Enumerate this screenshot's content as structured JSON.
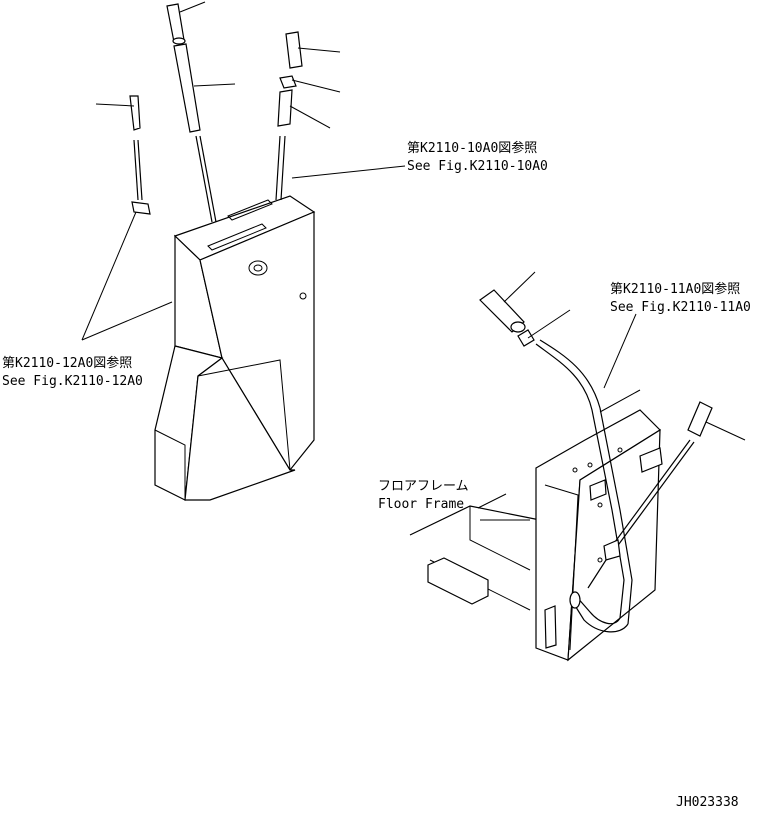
{
  "callouts": {
    "ref_10a0_jp": "第K2110-10A0図参照",
    "ref_10a0_en": "See Fig.K2110-10A0",
    "ref_12a0_jp": "第K2110-12A0図参照",
    "ref_12a0_en": "See Fig.K2110-12A0",
    "ref_11a0_jp": "第K2110-11A0図参照",
    "ref_11a0_en": "See Fig.K2110-11A0",
    "floor_frame_jp": "フロアフレーム",
    "floor_frame_en": "Floor Frame"
  },
  "drawing_id": "JH023338"
}
